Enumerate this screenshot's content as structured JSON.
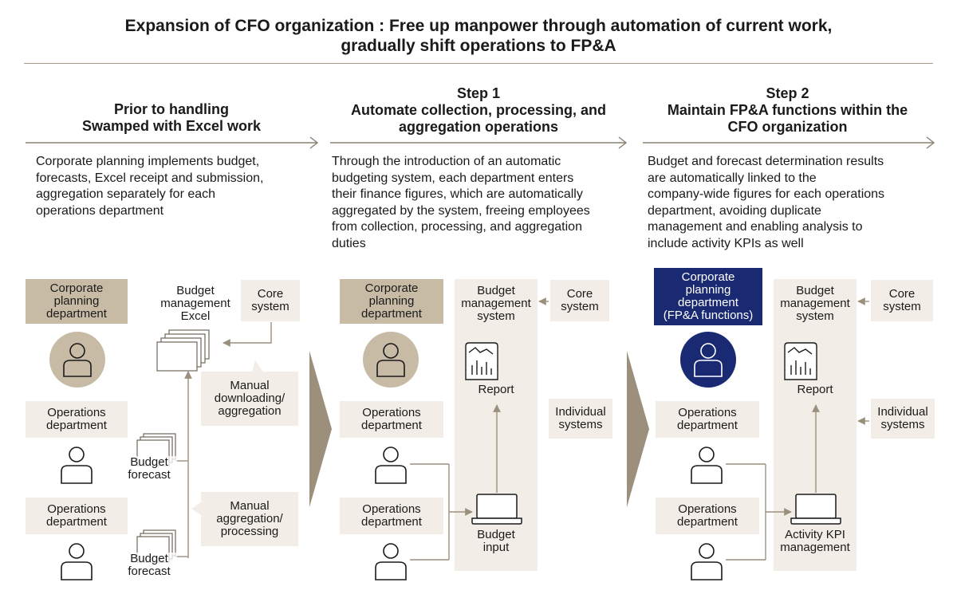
{
  "title": {
    "line1": "Expansion of CFO organization : Free up manpower through automation of current work,",
    "line2": "gradually shift operations to FP&A"
  },
  "columns": [
    {
      "heading": [
        "Prior to handling",
        "Swamped with Excel work"
      ],
      "description": [
        "Corporate planning implements budget,",
        "forecasts, Excel receipt and submission,",
        "aggregation separately for each",
        "operations department"
      ]
    },
    {
      "heading": [
        "Step 1",
        "Automate collection, processing, and",
        "aggregation operations"
      ],
      "description": [
        "Through the introduction of an automatic",
        "budgeting system, each department enters",
        "their finance figures, which are automatically",
        "aggregated by the system, freeing employees",
        "from collection, processing, and aggregation",
        "duties"
      ]
    },
    {
      "heading": [
        "Step 2",
        "Maintain FP&A functions within the",
        "CFO organization"
      ],
      "description": [
        "Budget and forecast determination results",
        "are automatically linked to the",
        "company-wide figures for each operations",
        "department, avoiding duplicate",
        "management and enabling analysis to",
        "include activity KPIs as well"
      ]
    }
  ],
  "diagram1": {
    "corporate": [
      "Corporate",
      "planning",
      "department"
    ],
    "excel": [
      "Budget",
      "management",
      "Excel"
    ],
    "core": [
      "Core",
      "system"
    ],
    "manual_download": [
      "Manual",
      "downloading/",
      "aggregation"
    ],
    "ops": [
      "Operations",
      "department"
    ],
    "budget_forecast": [
      "Budget",
      "forecast"
    ],
    "manual_aggregation": [
      "Manual",
      "aggregation/",
      "processing"
    ]
  },
  "diagram2": {
    "corporate": [
      "Corporate",
      "planning",
      "department"
    ],
    "budget_system": [
      "Budget",
      "management",
      "system"
    ],
    "core": [
      "Core",
      "system"
    ],
    "report": "Report",
    "individual": [
      "Individual",
      "systems"
    ],
    "ops": [
      "Operations",
      "department"
    ],
    "budget_input": [
      "Budget",
      "input"
    ]
  },
  "diagram3": {
    "corporate": [
      "Corporate",
      "planning",
      "department",
      "(FP&A functions)"
    ],
    "budget_system": [
      "Budget",
      "management",
      "system"
    ],
    "core": [
      "Core",
      "system"
    ],
    "report": "Report",
    "individual": [
      "Individual",
      "systems"
    ],
    "ops": [
      "Operations",
      "department"
    ],
    "kpi": [
      "Activity KPI",
      "management"
    ]
  },
  "colors": {
    "tan": "#c8bba6",
    "beige": "#f3ede7",
    "navy": "#1a2a72",
    "line": "#a59c8e",
    "chevron": "#9c8f7c"
  }
}
